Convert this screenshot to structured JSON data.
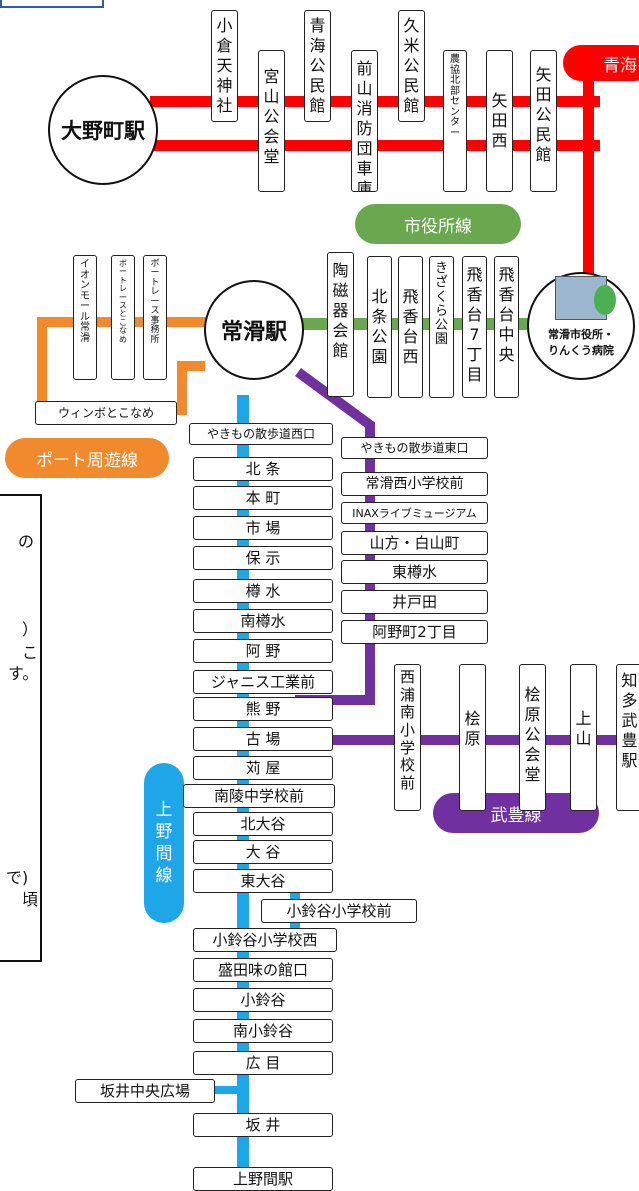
{
  "stations": {
    "ono": "大野町駅",
    "tokoname": "常滑駅",
    "city_hall": [
      "常滑市役所・",
      "りんくう病院"
    ]
  },
  "lines": {
    "aomi": {
      "name": "青海",
      "color": "#ff0000"
    },
    "shiyakusho": {
      "name": "市役所線",
      "color": "#6aa84f"
    },
    "port": {
      "name": "ポート周遊線",
      "color": "#f08a2c"
    },
    "ueno": {
      "name": "上野間線",
      "color": "#1ea6e8"
    },
    "taketoyo": {
      "name": "武豊線",
      "color": "#7030a0"
    }
  },
  "red_line_stops": [
    "小倉天神社",
    "宮山公会堂",
    "青海公民館",
    "前山消防団車庫",
    "久米公民館",
    "農協北部センター",
    "矢田西",
    "矢田公民館"
  ],
  "green_line_stops": [
    "陶磁器会館",
    "北条公園",
    "飛香台西",
    "きざくら公園",
    "飛香台7丁目",
    "飛香台中央"
  ],
  "port_stops": [
    "イオンモール常滑",
    "ボートレースとこなめ",
    "ボートレース事務所",
    "ウィンボとこなめ"
  ],
  "blue_line_stops": [
    "やきもの散歩道西口",
    "北 条",
    "本 町",
    "市 場",
    "保 示",
    "樽 水",
    "南樽水",
    "阿 野",
    "ジャニス工業前",
    "熊 野",
    "古 場",
    "苅 屋",
    "南陵中学校前",
    "北大谷",
    "大 谷",
    "東大谷",
    "小鈴谷小学校前",
    "小鈴谷小学校西",
    "盛田味の館口",
    "小鈴谷",
    "南小鈴谷",
    "広 目",
    "坂井中央広場",
    "坂 井",
    "上野間駅"
  ],
  "purple_line_stops": [
    "やきもの散歩道東口",
    "常滑西小学校前",
    "INAXライブミュージアム",
    "山方・白山町",
    "東樽水",
    "井戸田",
    "阿野町2丁目"
  ],
  "taketoyo_stops": [
    "西浦南小学校前",
    "桧原",
    "桧原公会堂",
    "上山",
    "知多武豊駅"
  ],
  "notice_fragments": [
    "の",
    "）",
    "こ",
    "す。",
    "で)",
    "頃"
  ]
}
